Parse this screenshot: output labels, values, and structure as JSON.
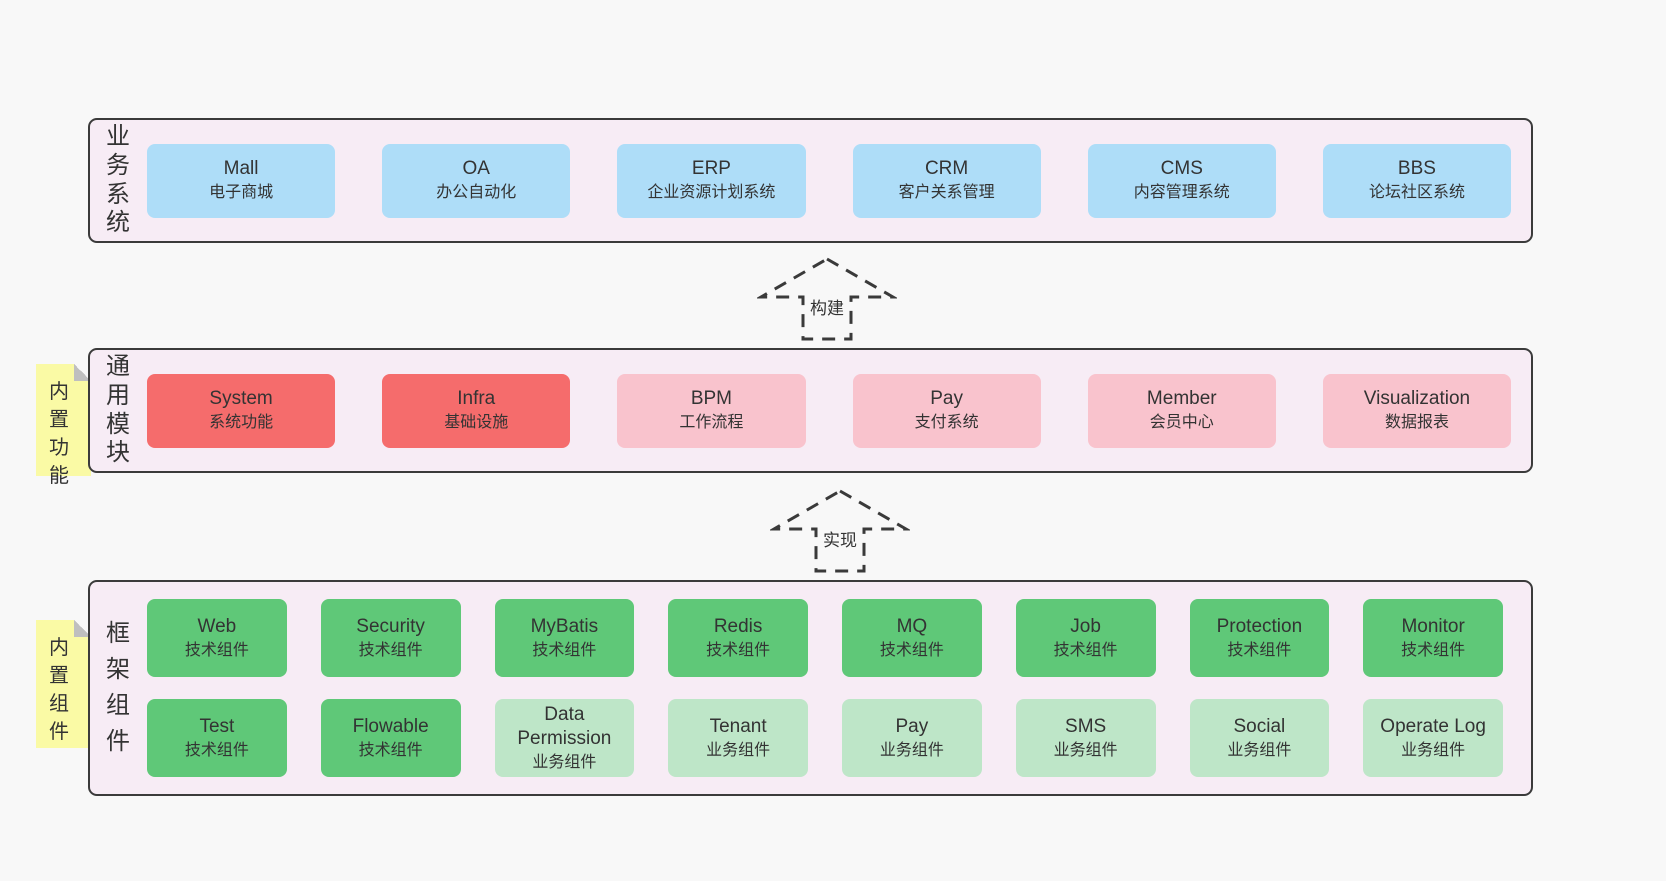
{
  "colors": {
    "page-bg": "#f8f8f8",
    "layer-bg": "#f7ecf5",
    "layer-border": "#3b3b3b",
    "box-blue": "#aeddf8",
    "box-red": "#f56c6c",
    "box-pink": "#f9c3cd",
    "box-green": "#5fc878",
    "box-lightgreen": "#bee6c8",
    "note-bg": "#fafaa5",
    "note-fold": "#bfbfbf",
    "text": "#333333"
  },
  "layers": [
    {
      "label": "业务系统",
      "boxes": [
        {
          "title": "Mall",
          "subtitle": "电子商城"
        },
        {
          "title": "OA",
          "subtitle": "办公自动化"
        },
        {
          "title": "ERP",
          "subtitle": "企业资源计划系统"
        },
        {
          "title": "CRM",
          "subtitle": "客户关系管理"
        },
        {
          "title": "CMS",
          "subtitle": "内容管理系统"
        },
        {
          "title": "BBS",
          "subtitle": "论坛社区系统"
        }
      ]
    },
    {
      "label": "通用模块",
      "note": "内置功能",
      "boxes": [
        {
          "title": "System",
          "subtitle": "系统功能"
        },
        {
          "title": "Infra",
          "subtitle": "基础设施"
        },
        {
          "title": "BPM",
          "subtitle": "工作流程"
        },
        {
          "title": "Pay",
          "subtitle": "支付系统"
        },
        {
          "title": "Member",
          "subtitle": "会员中心"
        },
        {
          "title": "Visualization",
          "subtitle": "数据报表"
        }
      ]
    },
    {
      "label": "框架组件",
      "note": "内置组件",
      "rows": [
        [
          {
            "title": "Web",
            "subtitle": "技术组件"
          },
          {
            "title": "Security",
            "subtitle": "技术组件"
          },
          {
            "title": "MyBatis",
            "subtitle": "技术组件"
          },
          {
            "title": "Redis",
            "subtitle": "技术组件"
          },
          {
            "title": "MQ",
            "subtitle": "技术组件"
          },
          {
            "title": "Job",
            "subtitle": "技术组件"
          },
          {
            "title": "Protection",
            "subtitle": "技术组件"
          },
          {
            "title": "Monitor",
            "subtitle": "技术组件"
          }
        ],
        [
          {
            "title": "Test",
            "subtitle": "技术组件"
          },
          {
            "title": "Flowable",
            "subtitle": "技术组件"
          },
          {
            "title": "Data Permission",
            "subtitle": "业务组件"
          },
          {
            "title": "Tenant",
            "subtitle": "业务组件"
          },
          {
            "title": "Pay",
            "subtitle": "业务组件"
          },
          {
            "title": "SMS",
            "subtitle": "业务组件"
          },
          {
            "title": "Social",
            "subtitle": "业务组件"
          },
          {
            "title": "Operate Log",
            "subtitle": "业务组件"
          }
        ]
      ]
    }
  ],
  "arrows": [
    {
      "label": "构建"
    },
    {
      "label": "实现"
    }
  ]
}
